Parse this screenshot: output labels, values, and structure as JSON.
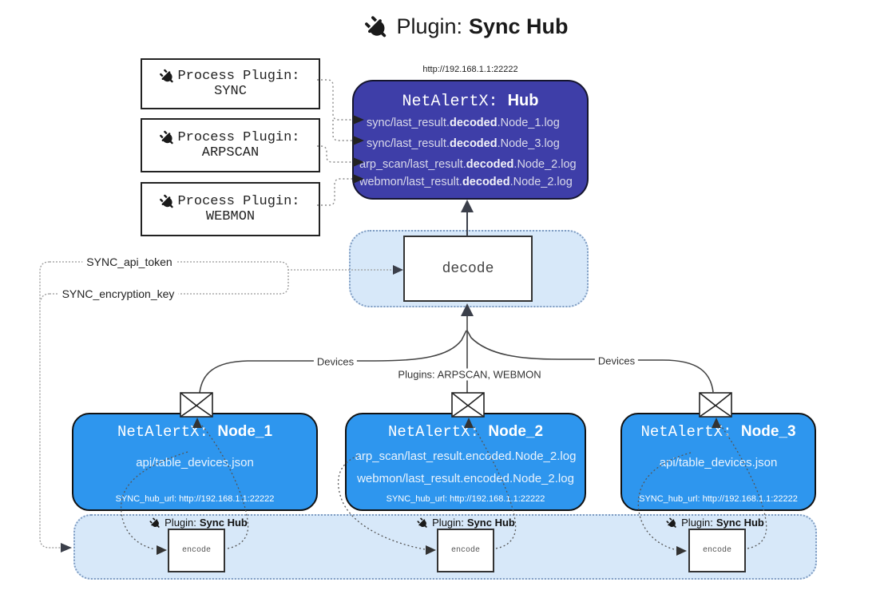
{
  "title": {
    "prefix": "Plugin: ",
    "name": "Sync Hub"
  },
  "process_plugins": [
    {
      "label": "Process Plugin:",
      "name": "SYNC"
    },
    {
      "label": "Process Plugin:",
      "name": "ARPSCAN"
    },
    {
      "label": "Process Plugin:",
      "name": "WEBMON"
    }
  ],
  "hub": {
    "url": "http://192.168.1.1:22222",
    "title_prefix": "NetAlertX: ",
    "title_name": "Hub",
    "log_lines": [
      {
        "pre": "sync/last_result.",
        "bold": "decoded",
        "post": ".Node_1.log"
      },
      {
        "pre": "sync/last_result.",
        "bold": "decoded",
        "post": ".Node_3.log"
      },
      {
        "pre": "arp_scan/last_result.",
        "bold": "decoded",
        "post": ".Node_2.log"
      },
      {
        "pre": "webmon/last_result.",
        "bold": "decoded",
        "post": ".Node_2.log"
      }
    ]
  },
  "decode_label": "decode",
  "encode_label": "encode",
  "settings": {
    "api_token": "SYNC_api_token",
    "encryption_key": "SYNC_encryption_key"
  },
  "edge_labels": {
    "devices_left": "Devices",
    "plugins_mid": "Plugins: ARPSCAN, WEBMON",
    "devices_right": "Devices"
  },
  "sync_hub_plugin_label": {
    "prefix": "Plugin: ",
    "name": "Sync Hub"
  },
  "nodes": [
    {
      "title_prefix": "NetAlertX: ",
      "title_name": "Node_1",
      "lines": [
        "api/table_devices.json"
      ],
      "hub_url": "SYNC_hub_url: http://192.168.1.1:22222"
    },
    {
      "title_prefix": "NetAlertX: ",
      "title_name": "Node_2",
      "lines": [
        "arp_scan/last_result.encoded.Node_2.log",
        "webmon/last_result.encoded.Node_2.log"
      ],
      "hub_url": "SYNC_hub_url: http://192.168.1.1:22222"
    },
    {
      "title_prefix": "NetAlertX: ",
      "title_name": "Node_3",
      "lines": [
        "api/table_devices.json"
      ],
      "hub_url": "SYNC_hub_url: http://192.168.1.1:22222"
    }
  ],
  "colors": {
    "node_blue": "#2E96EE",
    "hub_indigo": "#3E3EA8",
    "panel_blue": "#D7E8F9",
    "line_dark": "#3B3F4A"
  }
}
